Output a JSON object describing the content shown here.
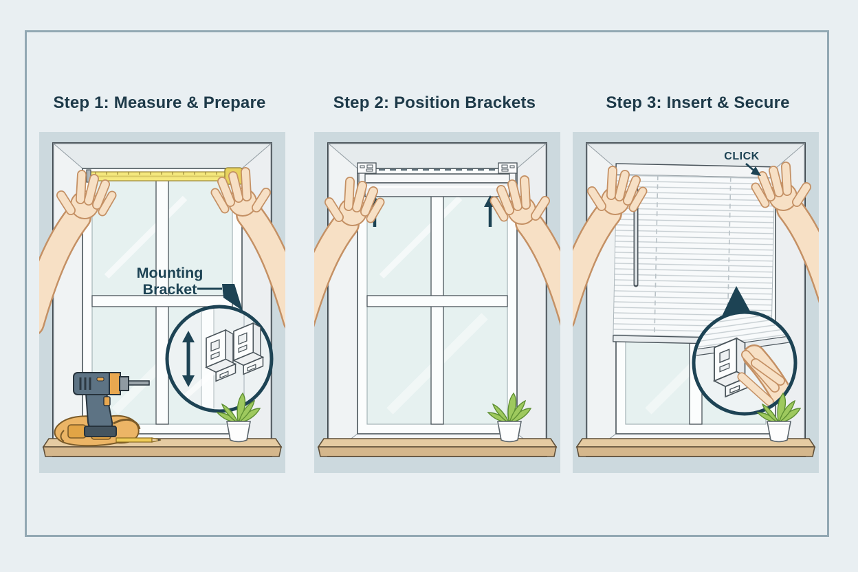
{
  "figure": {
    "kind": "instructional-illustration"
  },
  "steps": [
    {
      "title": "Step 1: Measure & Prepare",
      "callout": {
        "line1": "Mounting",
        "line2": "Bracket"
      }
    },
    {
      "title": "Step 2: Position Brackets"
    },
    {
      "title": "Step 3: Insert & Secure",
      "callout": {
        "text": "CLICK"
      }
    }
  ],
  "icons": {
    "step1": [
      "measuring-tape-icon",
      "drill-icon",
      "tool-belt-icon",
      "pencil-icon",
      "plant-icon",
      "bracket-icon",
      "up-down-arrow-icon",
      "magnifier-circle"
    ],
    "step2": [
      "corner-bracket-icon",
      "headrail-icon",
      "up-arrow-icon",
      "plant-icon"
    ],
    "step3": [
      "blinds-icon",
      "wand-icon",
      "click-arrow-icon",
      "bracket-icon",
      "magnifier-circle",
      "plant-icon"
    ]
  },
  "colors": {
    "page_bg": "#e9eff2",
    "frame_border": "#92a8b3",
    "panel_bg": "#ccd9de",
    "title_text": "#1e3a49",
    "accent_navy": "#1d4354",
    "tape_yellow": "#f5e87e",
    "skin": "#f7e0c5",
    "skin_outline": "#c49064",
    "sill_top": "#e5cba2",
    "sill_front": "#d5b78c",
    "plant_green": "#9ec95e",
    "plant_outline": "#5e8f33",
    "glass": "#e6f1f0",
    "drill_body": "#5d7384",
    "drill_accent": "#e9a850",
    "belt_tan": "#ecb566",
    "belt_outline": "#7a5a28"
  }
}
